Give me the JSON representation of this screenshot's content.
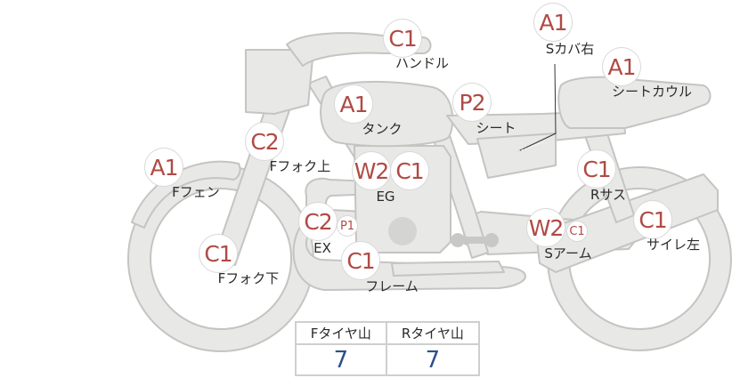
{
  "parts": [
    {
      "id": "handle",
      "grade": "C1",
      "label": "ハンドル"
    },
    {
      "id": "cover-right",
      "grade": "A1",
      "label": "Sカバ右"
    },
    {
      "id": "seat-cowl",
      "grade": "A1",
      "label": "シートカウル"
    },
    {
      "id": "tank",
      "grade": "A1",
      "label": "タンク"
    },
    {
      "id": "seat",
      "grade": "P2",
      "label": "シート"
    },
    {
      "id": "front-fork-upper",
      "grade": "C2",
      "label": "Fフォク上"
    },
    {
      "id": "front-fender",
      "grade": "A1",
      "label": "Fフェン"
    },
    {
      "id": "engine",
      "grade": "W2",
      "grade2": "C1",
      "label": "EG"
    },
    {
      "id": "rear-suspension",
      "grade": "C1",
      "label": "Rサス"
    },
    {
      "id": "exhaust",
      "grade": "C2",
      "grade2": "P1",
      "label": "EX"
    },
    {
      "id": "swing-arm",
      "grade": "W2",
      "grade2": "C1",
      "label": "Sアーム"
    },
    {
      "id": "silencer-left",
      "grade": "C1",
      "label": "サイレ左"
    },
    {
      "id": "front-fork-lower",
      "grade": "C1",
      "label": "Fフォク下"
    },
    {
      "id": "frame",
      "grade": "C1",
      "label": "フレーム"
    }
  ],
  "tires": {
    "front_label": "Fタイヤ山",
    "rear_label": "Rタイヤ山",
    "front_value": "7",
    "rear_value": "7"
  },
  "colors": {
    "body_fill": "#e8e8e6",
    "body_stroke": "#c4c4c2",
    "grade_text": "#b04a45",
    "value_text": "#2e4f8a"
  }
}
